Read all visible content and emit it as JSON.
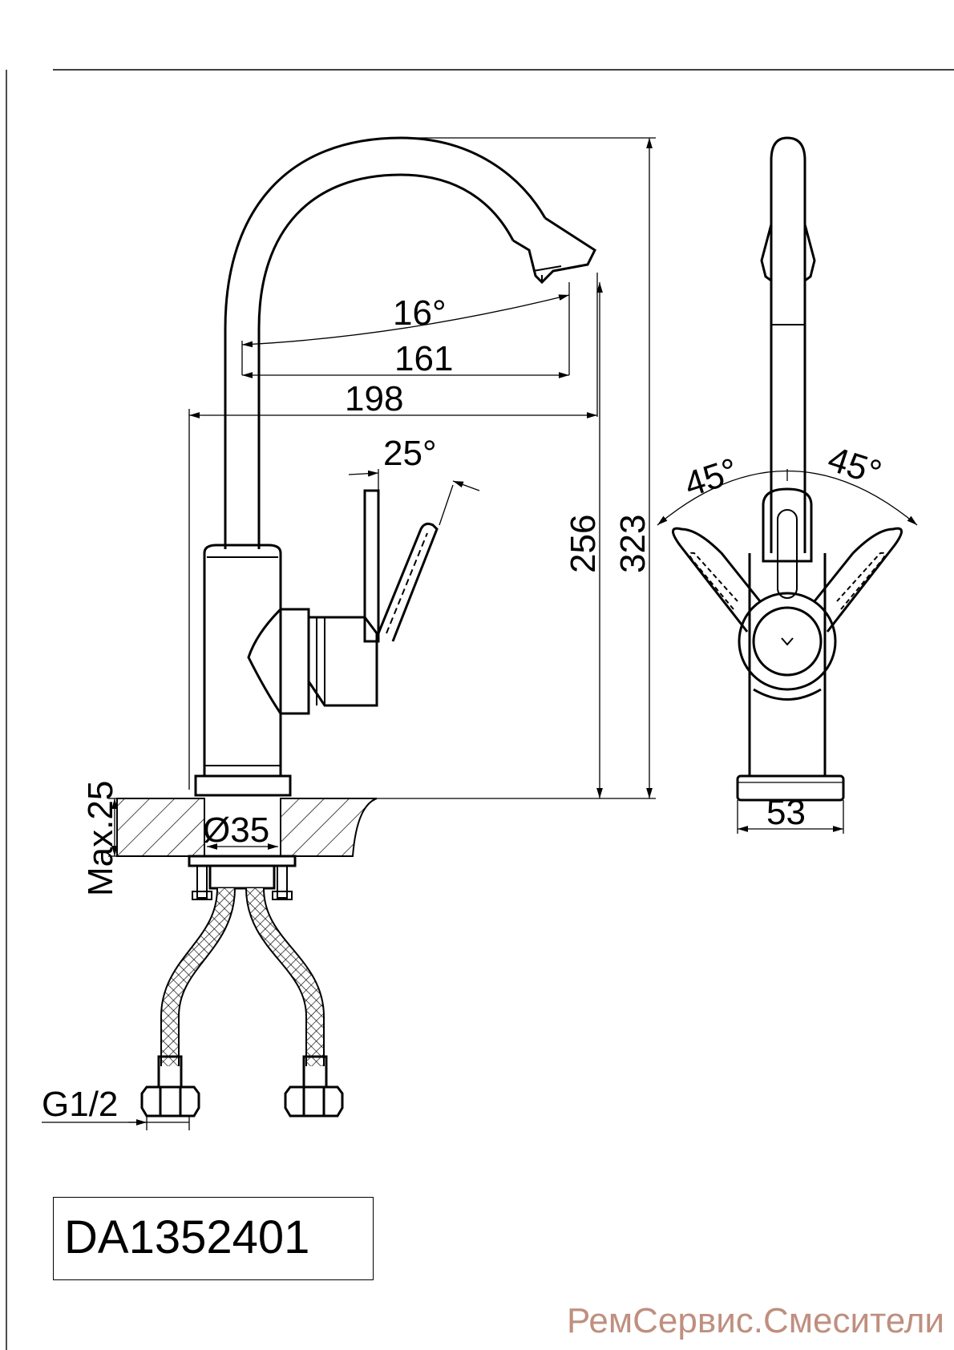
{
  "model_code": "DA1352401",
  "watermark": "РемСервис.Смесители",
  "dimensions": {
    "spout_angle": "16°",
    "reach_161": "161",
    "reach_198": "198",
    "handle_angle": "25°",
    "height_256": "256",
    "height_323": "323",
    "max_thickness": "Max.25",
    "diameter": "Ø35",
    "thread": "G1/2",
    "rotation_left": "45°",
    "rotation_right": "45°",
    "base_width": "53"
  }
}
